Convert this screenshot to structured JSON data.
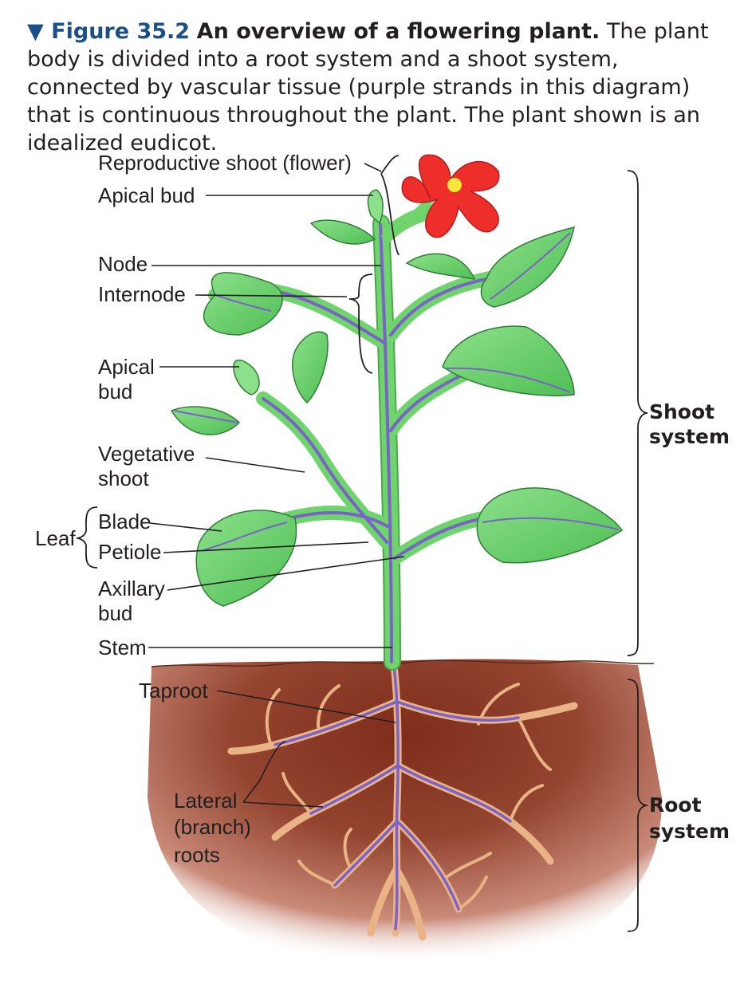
{
  "caption": {
    "figure_number": "Figure 35.2",
    "title": "An overview of a flowering plant.",
    "text": "The plant body is divided into a root system and a shoot system, connected by vascular tissue (purple strands in this diagram) that is continuous throughout the plant. The plant shown is an idealized eudicot."
  },
  "labels": {
    "reproductive_shoot": "Reproductive shoot (flower)",
    "apical_bud_top": "Apical bud",
    "node": "Node",
    "internode": "Internode",
    "apical_bud_side_1": "Apical",
    "apical_bud_side_2": "bud",
    "vegetative_1": "Vegetative",
    "vegetative_2": "shoot",
    "leaf": "Leaf",
    "blade": "Blade",
    "petiole": "Petiole",
    "axillary_1": "Axillary",
    "axillary_2": "bud",
    "stem": "Stem",
    "taproot": "Taproot",
    "lateral_1": "Lateral",
    "lateral_2": "(branch)",
    "lateral_3": "roots",
    "shoot_system_1": "Shoot",
    "shoot_system_2": "system",
    "root_system_1": "Root",
    "root_system_2": "system"
  },
  "colors": {
    "caption_blue": "#1b4f8a",
    "leaf_green": "#6fd46b",
    "stem_green": "#5fc15a",
    "vascular_purple": "#7b62c9",
    "root_tan": "#f2c49a",
    "soil_brown": "#8c3a26",
    "flower_red": "#ee2e2a"
  }
}
